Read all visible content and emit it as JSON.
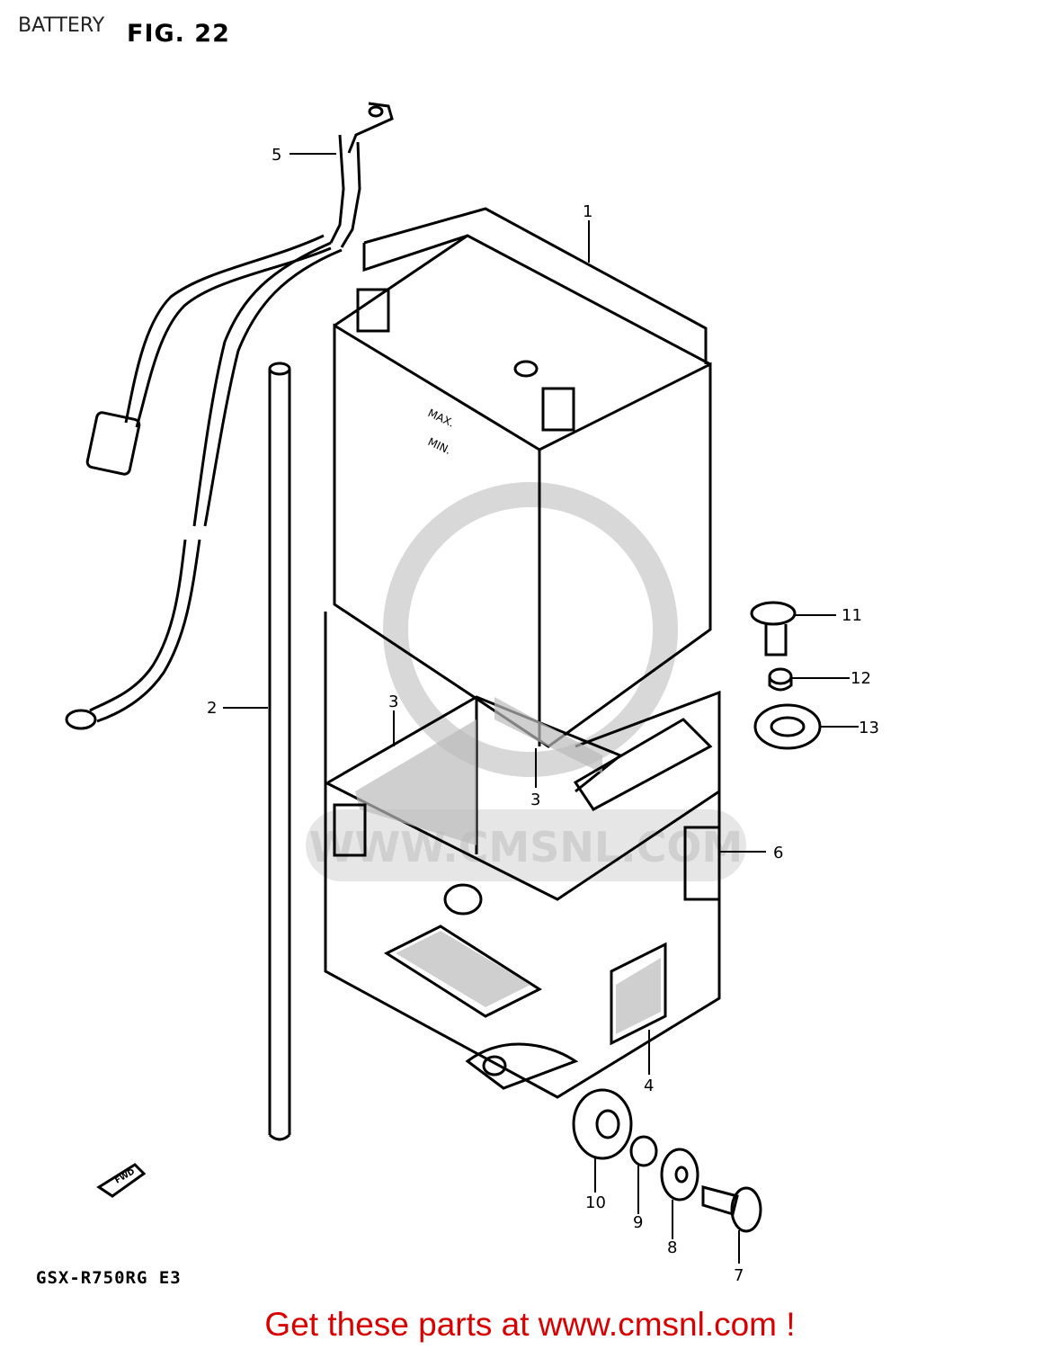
{
  "header": {
    "section_title": "BATTERY",
    "figure_label": "FIG. 22"
  },
  "footer": {
    "model_code": "GSX-R750RG  E3",
    "cta_text": "Get these parts at www.cmsnl.com !"
  },
  "watermark": {
    "text": "WWW.CMSNL.COM"
  },
  "fwd_marker": "FWD",
  "parts": [
    {
      "number": "1"
    },
    {
      "number": "2"
    },
    {
      "number": "3"
    },
    {
      "number": "3"
    },
    {
      "number": "4"
    },
    {
      "number": "5"
    },
    {
      "number": "6"
    },
    {
      "number": "7"
    },
    {
      "number": "8"
    },
    {
      "number": "9"
    },
    {
      "number": "10"
    },
    {
      "number": "11"
    },
    {
      "number": "12"
    },
    {
      "number": "13"
    }
  ],
  "colors": {
    "line": "#000000",
    "cta": "#d80000",
    "watermark": "#d0d0d0"
  }
}
